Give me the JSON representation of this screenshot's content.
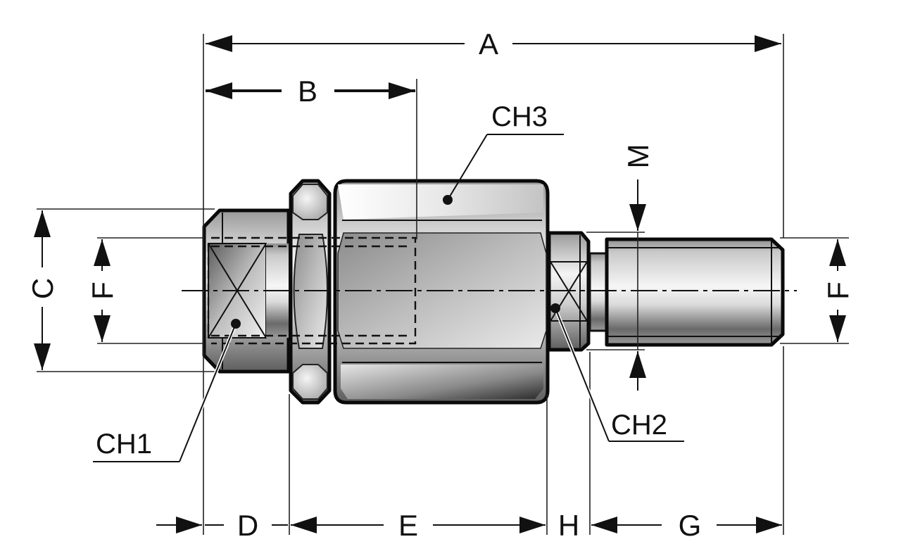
{
  "diagram": {
    "title": "Threaded adapter fitting with lock nut — dimension drawing",
    "dimensions": {
      "A": "A",
      "B": "B",
      "C": "C",
      "D": "D",
      "E": "E",
      "F_left": "F",
      "F_right": "F",
      "G": "G",
      "H": "H",
      "M": "M"
    },
    "callouts": {
      "CH1": "CH1",
      "CH2": "CH2",
      "CH3": "CH3"
    },
    "components": [
      "left-hex-socket-end",
      "lock-nut",
      "main-hex-body",
      "small-hex-ch2",
      "threaded-stud"
    ],
    "colors": {
      "line": "#111111",
      "steel_light": "#f2f2f2",
      "steel_mid": "#b8b8b8",
      "steel_dark": "#5a5a5a"
    }
  }
}
